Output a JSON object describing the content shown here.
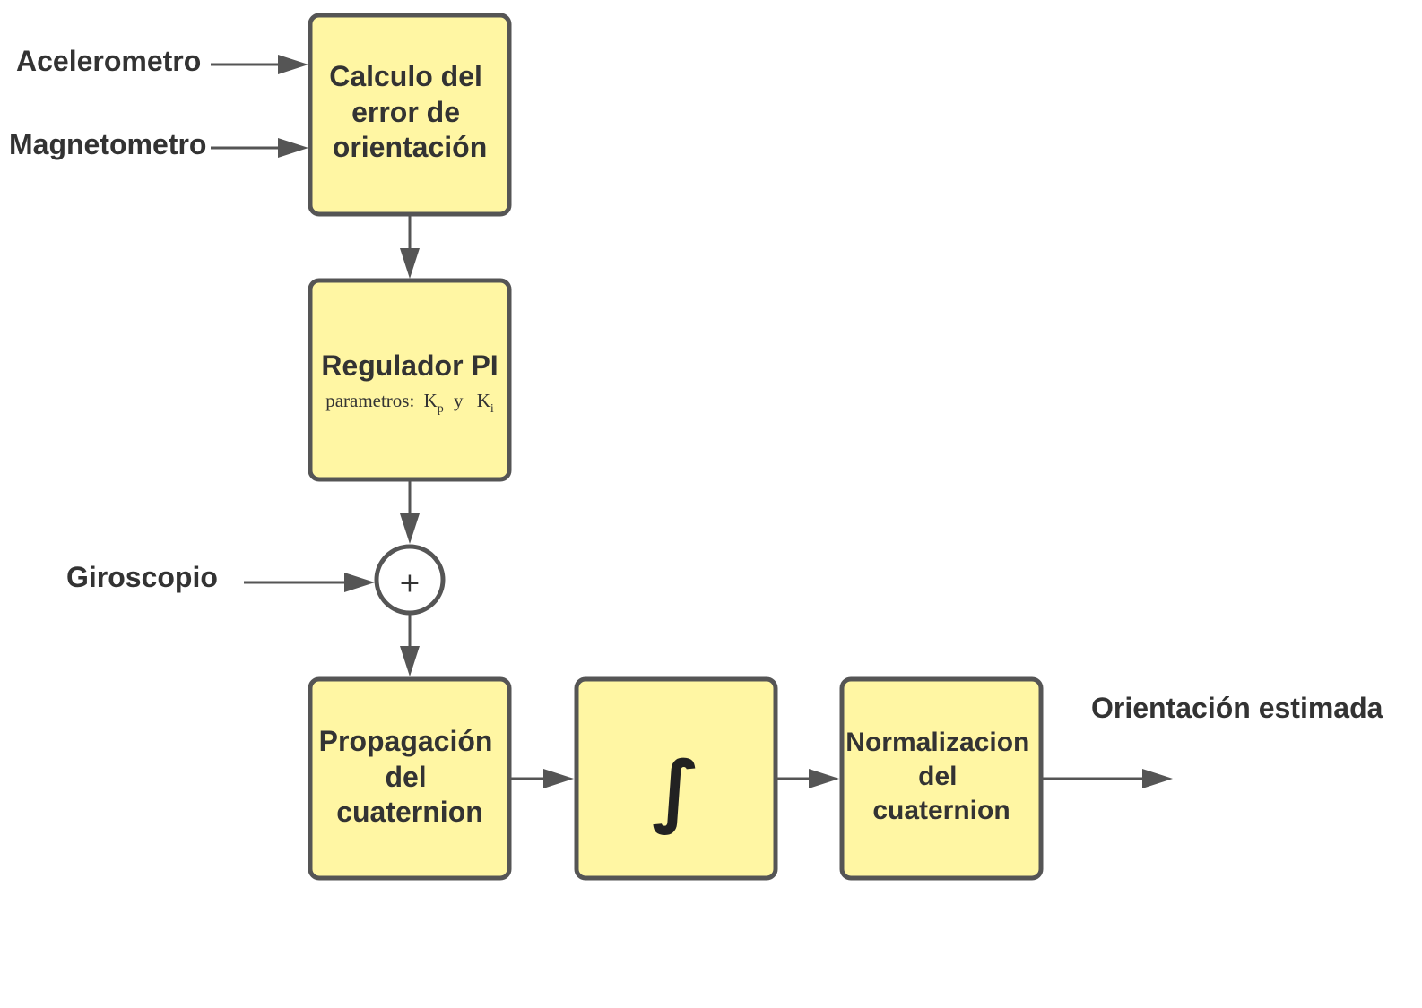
{
  "inputs": {
    "accelerometer": "Acelerometro",
    "magnetometer": "Magnetometro",
    "gyroscope": "Giroscopio"
  },
  "blocks": {
    "error_calc": [
      "Calculo del",
      "error de",
      "orientación"
    ],
    "pi_regulator": {
      "title": "Regulador PI",
      "params_prefix": "parametros:",
      "kp_base": "K",
      "kp_sub": "p",
      "conjunction": "y",
      "ki_base": "K",
      "ki_sub": "i"
    },
    "summing_junction": "+",
    "propagation": [
      "Propagación",
      "del",
      "cuaternion"
    ],
    "integrator": "∫",
    "normalization": [
      "Normalizacion",
      "del",
      "cuaternion"
    ]
  },
  "output": {
    "label": "Orientación estimada"
  },
  "colors": {
    "block_fill": "#fff6a3",
    "stroke": "#555555",
    "text": "#333333"
  }
}
